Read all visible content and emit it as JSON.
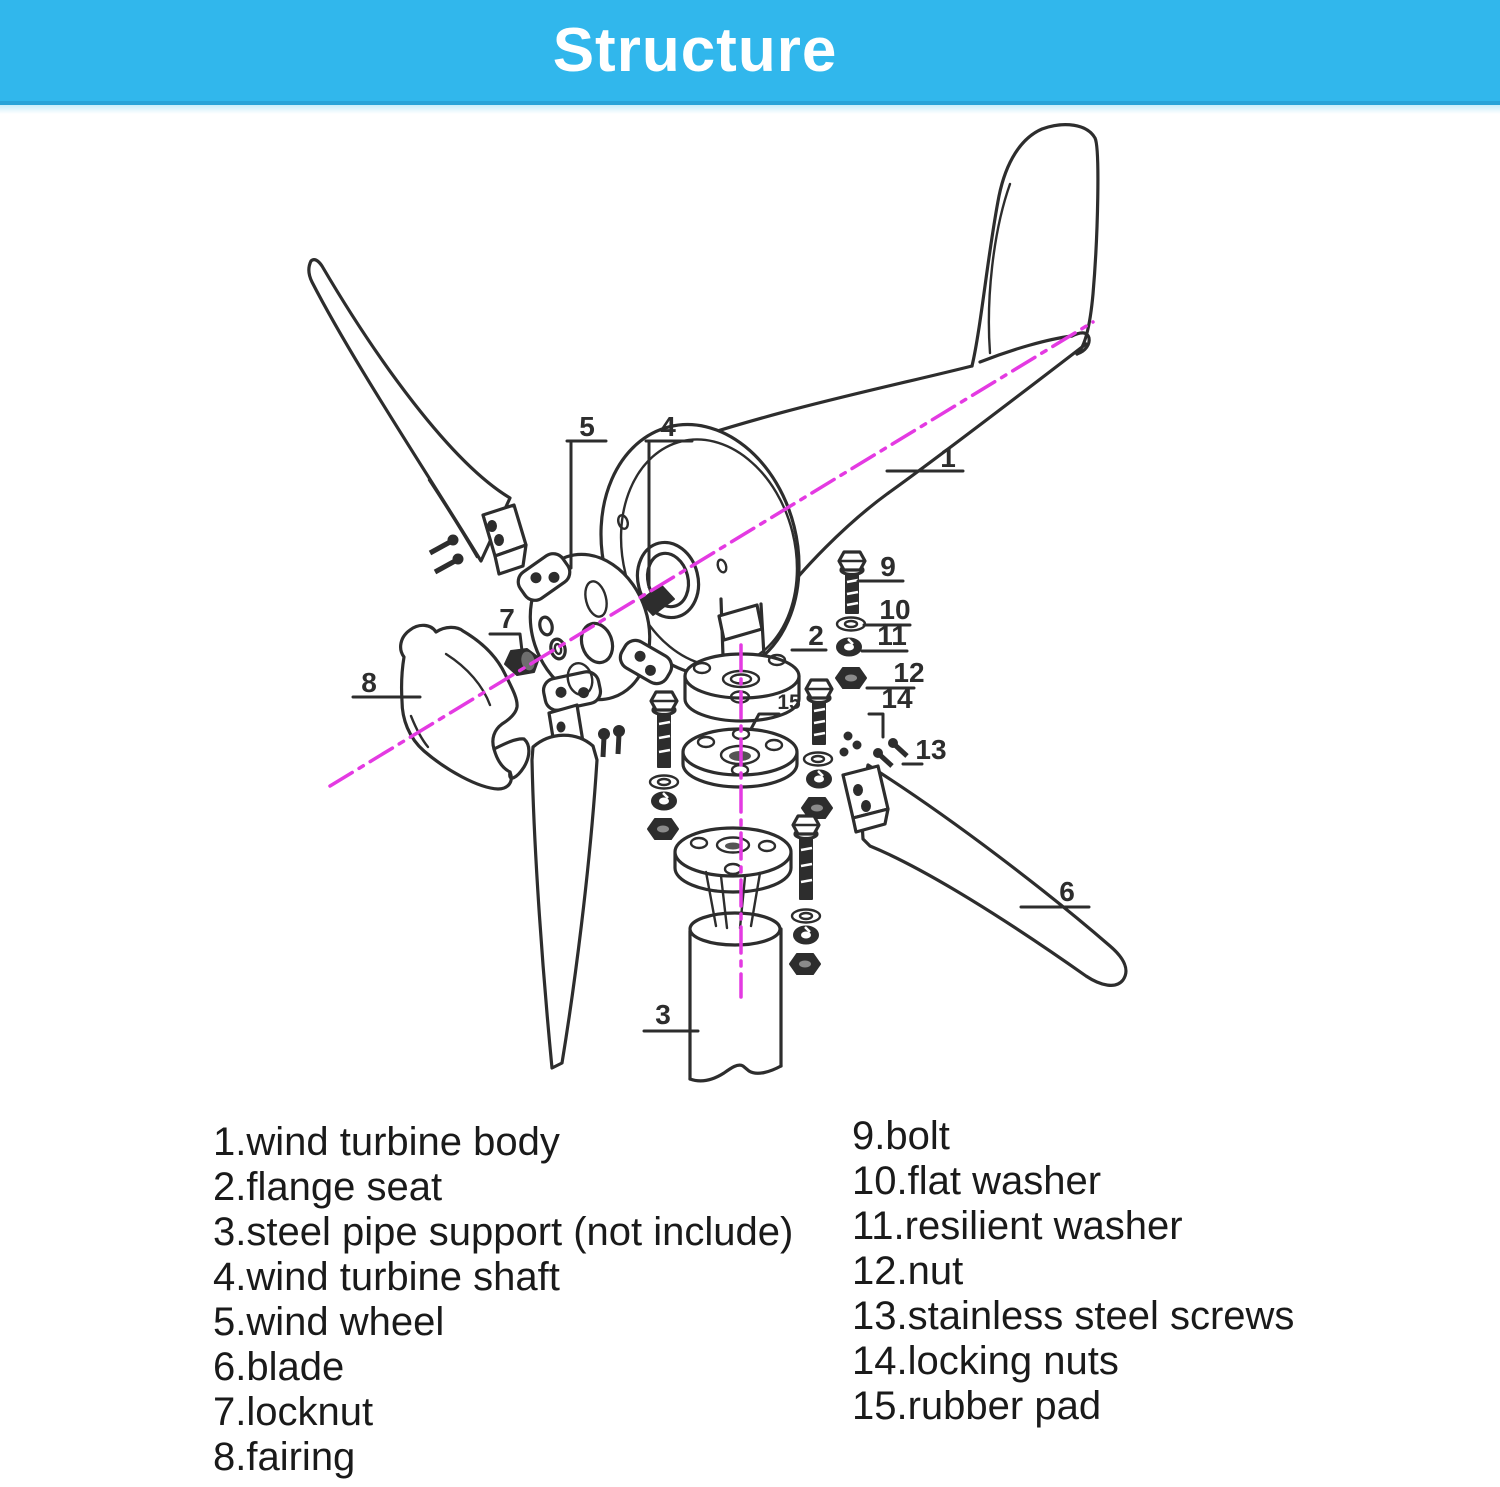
{
  "header": {
    "title": "Structure"
  },
  "colors": {
    "header_bg": "#31b7ec",
    "header_edge": "#29a3d8",
    "header_text": "#ffffff",
    "canvas_bg": "#ffffff",
    "line": "#2d2d2d",
    "axis": "#e43ae2",
    "list_text": "#1a1a1a"
  },
  "diagram": {
    "type": "exploded-view wind turbine assembly drawing",
    "labels": [
      "1",
      "2",
      "3",
      "4",
      "5",
      "6",
      "7",
      "8",
      "9",
      "10",
      "11",
      "12",
      "13",
      "14",
      "15"
    ]
  },
  "parts": {
    "left": [
      "1.wind turbine body",
      "2.flange seat",
      "3.steel pipe support (not include)",
      "4.wind turbine shaft",
      "5.wind wheel",
      "6.blade",
      "7.locknut",
      "8.fairing"
    ],
    "right": [
      "9.bolt",
      "10.flat washer",
      "11.resilient washer",
      "12.nut",
      "13.stainless steel screws",
      "14.locking nuts",
      "15.rubber pad"
    ]
  }
}
